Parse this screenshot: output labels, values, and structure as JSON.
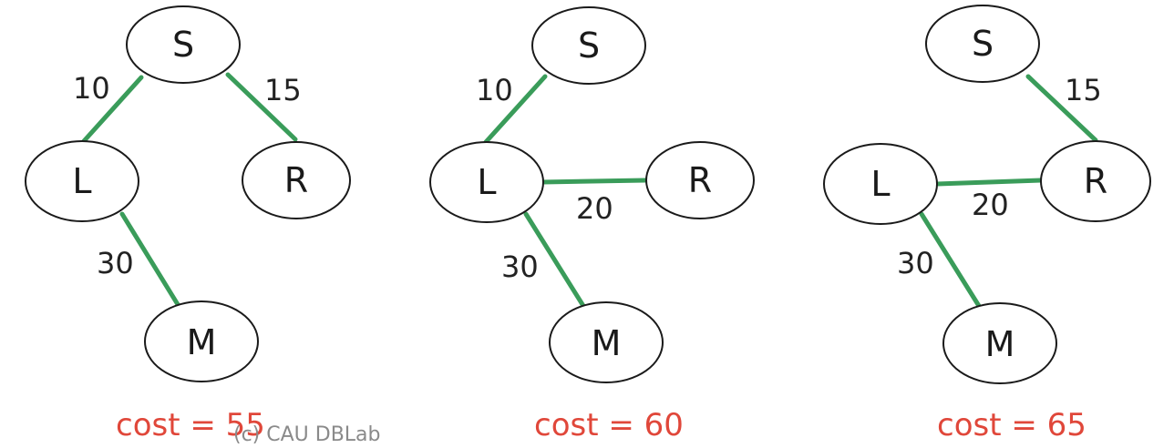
{
  "colors": {
    "edge": "#3a9c5a",
    "cost": "#e0473a",
    "node_stroke": "#1a1a1a",
    "watermark": "#8a8a8a"
  },
  "trees": [
    {
      "nodes": [
        {
          "id": "S",
          "label": "S"
        },
        {
          "id": "L",
          "label": "L"
        },
        {
          "id": "R",
          "label": "R"
        },
        {
          "id": "M",
          "label": "M"
        }
      ],
      "edges": [
        {
          "from": "S",
          "to": "L",
          "weight": "10"
        },
        {
          "from": "S",
          "to": "R",
          "weight": "15"
        },
        {
          "from": "L",
          "to": "M",
          "weight": "30"
        }
      ],
      "cost": "cost = 55"
    },
    {
      "nodes": [
        {
          "id": "S",
          "label": "S"
        },
        {
          "id": "L",
          "label": "L"
        },
        {
          "id": "R",
          "label": "R"
        },
        {
          "id": "M",
          "label": "M"
        }
      ],
      "edges": [
        {
          "from": "S",
          "to": "L",
          "weight": "10"
        },
        {
          "from": "L",
          "to": "R",
          "weight": "20"
        },
        {
          "from": "L",
          "to": "M",
          "weight": "30"
        }
      ],
      "cost": "cost = 60"
    },
    {
      "nodes": [
        {
          "id": "S",
          "label": "S"
        },
        {
          "id": "L",
          "label": "L"
        },
        {
          "id": "R",
          "label": "R"
        },
        {
          "id": "M",
          "label": "M"
        }
      ],
      "edges": [
        {
          "from": "S",
          "to": "R",
          "weight": "15"
        },
        {
          "from": "L",
          "to": "R",
          "weight": "20"
        },
        {
          "from": "L",
          "to": "M",
          "weight": "30"
        }
      ],
      "cost": "cost = 65"
    }
  ],
  "watermark": "(c) CAU DBLab"
}
